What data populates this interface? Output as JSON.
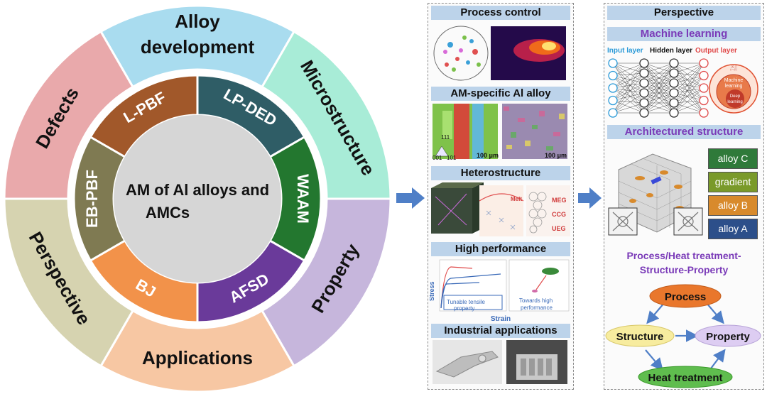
{
  "wheel": {
    "center": [
      "AM of Al alloys and",
      "AMCs"
    ],
    "outer": [
      {
        "label": "Alloy development",
        "lines": [
          "Alloy",
          "development"
        ],
        "color": "#a9dcef"
      },
      {
        "label": "Microstructure",
        "lines": [
          "Microstructure"
        ],
        "color": "#a8ecd7"
      },
      {
        "label": "Property",
        "lines": [
          "Property"
        ],
        "color": "#c6b6dc"
      },
      {
        "label": "Applications",
        "lines": [
          "Applications"
        ],
        "color": "#f7c7a3"
      },
      {
        "label": "Perspective",
        "lines": [
          "Perspective"
        ],
        "color": "#d6d3b0"
      },
      {
        "label": "Defects",
        "lines": [
          "Defects"
        ],
        "color": "#e9a9ab"
      }
    ],
    "inner": [
      {
        "label": "L-PBF",
        "color": "#a1582a"
      },
      {
        "label": "LP-DED",
        "color": "#2f5d66"
      },
      {
        "label": "WAAM",
        "color": "#23772f"
      },
      {
        "label": "AFSD",
        "color": "#6a3a9a"
      },
      {
        "label": "BJ",
        "color": "#f2924a"
      },
      {
        "label": "EB-PBF",
        "color": "#7f7a52"
      }
    ]
  },
  "middle": {
    "process_control": "Process control",
    "am_alloy": "AM-specific Al alloy",
    "ebsd_legend": [
      "111",
      "001",
      "101"
    ],
    "scale_left": "100 μm",
    "scale_right": "100 μm",
    "heterostructure": "Heterostructure",
    "melt": "Melt",
    "meg": "MEG",
    "ccg": "CCG",
    "ueg": "UEG",
    "high_performance": "High performance",
    "stress": "Stress",
    "strain": "Strain",
    "tunable": [
      "Tunable tensile",
      "property"
    ],
    "towards": [
      "Towards high",
      "performance"
    ],
    "industrial": "Industrial applications"
  },
  "right": {
    "perspective": "Perspective",
    "ml": "Machine learning",
    "input_layer": "Input layer",
    "hidden_layer": "Hidden layer",
    "output_layer": "Output layer",
    "ai": "AI",
    "machine_learning_small": [
      "Machine",
      "learning"
    ],
    "deep_learning_small": [
      "Deep",
      "learning"
    ],
    "architectured": "Architectured structure",
    "alloys": [
      {
        "label": "alloy C",
        "color": "#2f7a3a"
      },
      {
        "label": "gradient",
        "color": "#7a9a2a"
      },
      {
        "label": "alloy B",
        "color": "#d88a2c"
      },
      {
        "label": "alloy A",
        "color": "#2c4f8a"
      }
    ],
    "pshp": [
      "Process/Heat treatment-",
      "Structure-Property"
    ],
    "process": "Process",
    "structure": "Structure",
    "property": "Property",
    "heat_treatment": "Heat treatment",
    "colors": {
      "process": "#e9772c",
      "structure": "#f7ec9f",
      "property": "#ddcdf2",
      "heat": "#5fbd4e",
      "title": "#7a3ab8"
    }
  }
}
